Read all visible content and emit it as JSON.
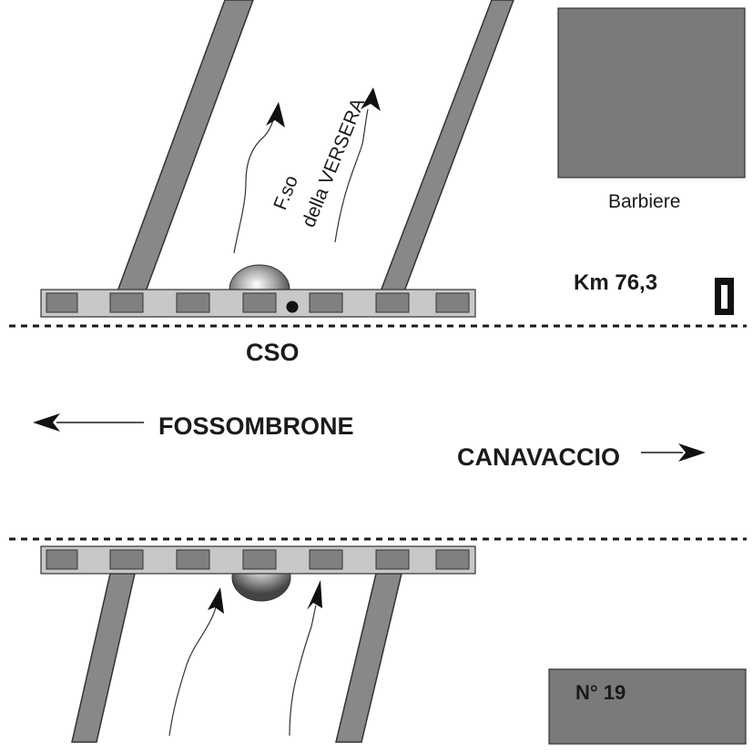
{
  "labels": {
    "stream_line1": "F.so",
    "stream_line2": "della VERSERA",
    "barber": "Barbiere",
    "km": "Km  76,3",
    "cso": "CSO",
    "west": "FOSSOMBRONE",
    "east": "CANAVACCIO",
    "number": "N° 19"
  },
  "colors": {
    "building": "#7a7a7a",
    "bridge_deck": "#c8c8c8",
    "bridge_block": "#808080",
    "road_line": "#1a1a1a"
  }
}
